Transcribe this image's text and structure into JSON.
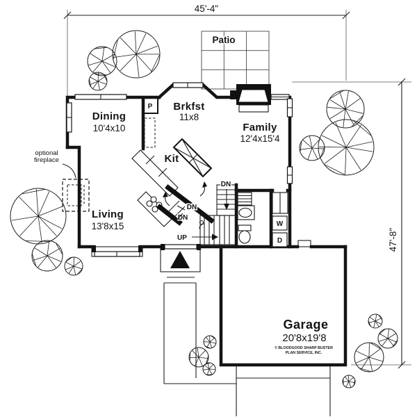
{
  "dimensions": {
    "width_label": "45'-4\"",
    "height_label": "47'-8\""
  },
  "rooms": {
    "patio": {
      "name": "Patio",
      "size": ""
    },
    "dining": {
      "name": "Dining",
      "size": "10'4x10"
    },
    "brkfst": {
      "name": "Brkfst",
      "size": "11x8"
    },
    "family": {
      "name": "Family",
      "size": "12'4x15'4"
    },
    "kitchen": {
      "name": "Kit",
      "size": ""
    },
    "living": {
      "name": "Living",
      "size": "13'8x15"
    },
    "garage": {
      "name": "Garage",
      "size": "20'8x19'8"
    }
  },
  "annotations": {
    "optional_fireplace_line1": "optional",
    "optional_fireplace_line2": "fireplace",
    "pantry": "P",
    "washer": "W",
    "dryer": "D",
    "up": "UP",
    "down1": "DN",
    "down2": "DN",
    "down3": "DN",
    "copyright_line1": "© BLOODGOOD SHARP BUSTER",
    "copyright_line2": "PLAN SERVICE, INC."
  },
  "colors": {
    "ink": "#141414",
    "window_gray": "#8a8a8a",
    "background": "#ffffff"
  }
}
